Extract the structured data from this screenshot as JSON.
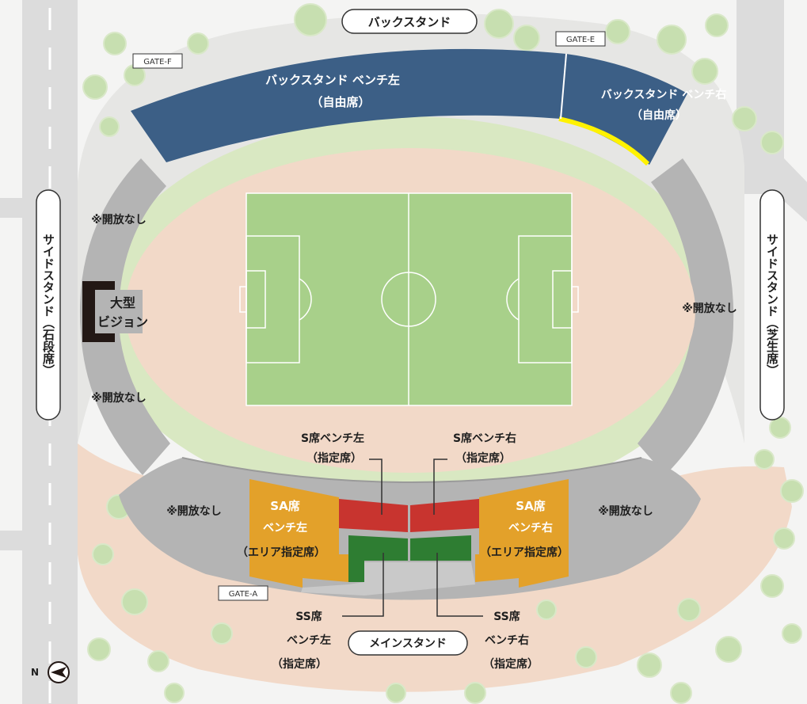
{
  "colors": {
    "background": "#f4f4f3",
    "road": "#dcdcdc",
    "lawn": "#d9e8c2",
    "track": "#f2d9c8",
    "pitch": "#a8d08a",
    "pitch_lines": "#ffffff",
    "stand_closed": "#b4b4b4",
    "back_stand": "#3c5f86",
    "sa_seat": "#e3a12a",
    "s_seat": "#c8342f",
    "ss_seat": "#2e7d32",
    "highlight": "#fff200",
    "tree": "#c7dfb0"
  },
  "stands": {
    "back_top": "バックスタンド",
    "main_bottom": "メインスタンド",
    "side_left": "サイドスタンド（石段席）",
    "side_right": "サイドスタンド（芝生席）"
  },
  "gates": {
    "f": "GATE-F",
    "e": "GATE-E",
    "a": "GATE-A"
  },
  "sections": {
    "back_left_line1": "バックスタンド ベンチ左",
    "back_left_line2": "（自由席）",
    "back_right_line1": "バックスタンド ベンチ右",
    "back_right_line2": "（自由席）",
    "closed": "※開放なし",
    "big_vision_line1": "大型",
    "big_vision_line2": "ビジョン",
    "s_left_line1": "S席ベンチ左",
    "s_left_line2": "（指定席）",
    "s_right_line1": "S席ベンチ右",
    "s_right_line2": "（指定席）",
    "sa_left_line1": "SA席",
    "sa_left_line2": "ベンチ左",
    "sa_left_line3": "（エリア指定席）",
    "sa_right_line1": "SA席",
    "sa_right_line2": "ベンチ右",
    "sa_right_line3": "（エリア指定席）",
    "ss_left_line1": "SS席",
    "ss_left_line2": "ベンチ左",
    "ss_left_line3": "（指定席）",
    "ss_right_line1": "SS席",
    "ss_right_line2": "ベンチ右",
    "ss_right_line3": "（指定席）"
  },
  "compass": {
    "label": "N",
    "icon": "north-arrow-icon"
  }
}
